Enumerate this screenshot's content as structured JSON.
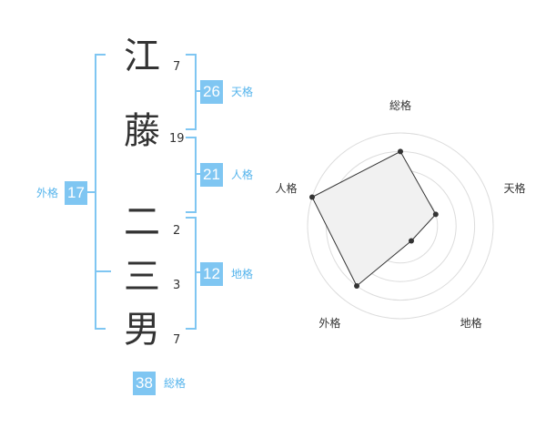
{
  "name": {
    "chars": [
      {
        "char": "江",
        "strokes": "7"
      },
      {
        "char": "藤",
        "strokes": "19"
      },
      {
        "char": "二",
        "strokes": "2"
      },
      {
        "char": "三",
        "strokes": "3"
      },
      {
        "char": "男",
        "strokes": "7"
      }
    ]
  },
  "kaku": {
    "ten": {
      "value": "26",
      "label": "天格"
    },
    "jin": {
      "value": "21",
      "label": "人格"
    },
    "chi": {
      "value": "12",
      "label": "地格"
    },
    "gai": {
      "value": "17",
      "label": "外格"
    },
    "sou": {
      "value": "38",
      "label": "総格"
    }
  },
  "colors": {
    "accent": "#7fc6f2",
    "accent_text": "#55b4ec",
    "text": "#333333"
  },
  "chart_data": {
    "type": "radar",
    "axes": [
      "総格",
      "天格",
      "地格",
      "外格",
      "人格"
    ],
    "values": [
      4,
      2,
      1,
      4,
      5
    ],
    "max": 5,
    "rings": 5
  }
}
